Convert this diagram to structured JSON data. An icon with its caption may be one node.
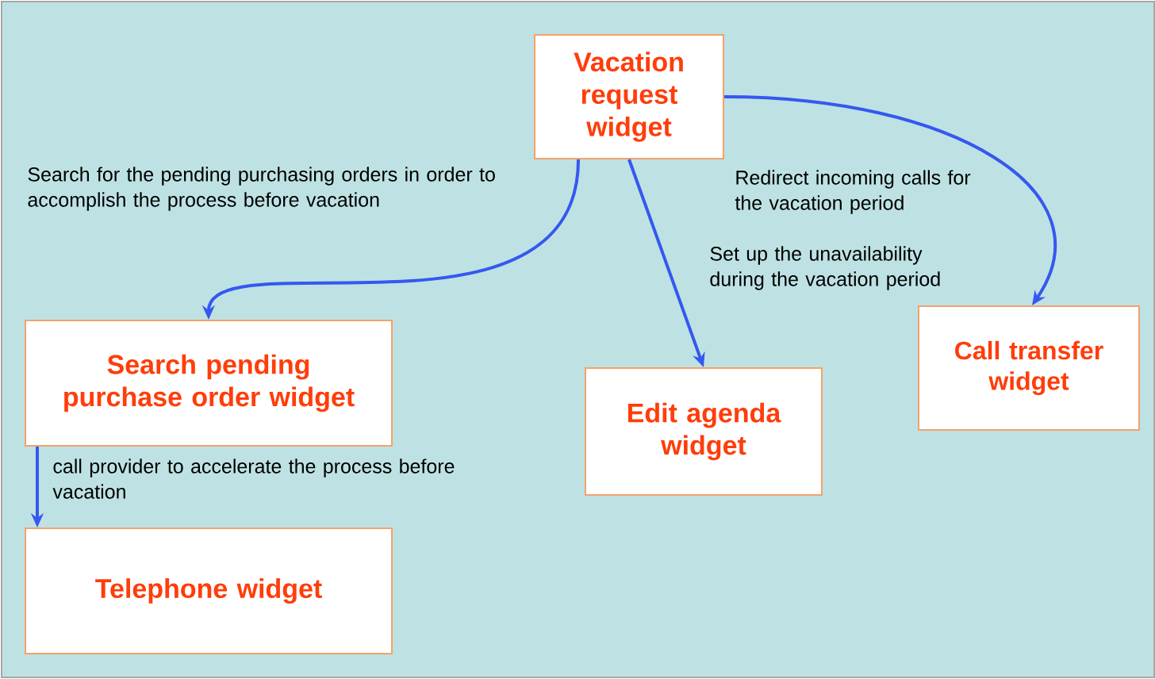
{
  "diagram": {
    "nodes": [
      {
        "text": [
          "Vacation request widget"
        ]
      },
      {
        "text": [
          "Search pending purchase order widget"
        ]
      },
      {
        "text": [
          "Edit agenda widget"
        ]
      },
      {
        "text": [
          "Call transfer widget"
        ]
      },
      {
        "text": [
          "Telephone widget"
        ]
      }
    ],
    "edges": [
      {
        "from": 0,
        "to": 1,
        "arrow": "to",
        "label": "Search for the pending purchasing orders in order to accomplish the process before vacation"
      },
      {
        "from": 0,
        "to": 2,
        "arrow": "to",
        "label": "Set up the unavailability during the vacation period"
      },
      {
        "from": 0,
        "to": 3,
        "arrow": "to",
        "label": "Redirect incoming calls for the vacation period"
      },
      {
        "from": 1,
        "to": 4,
        "arrow": "to",
        "label": "call provider to accelerate the process before vacation"
      }
    ]
  }
}
